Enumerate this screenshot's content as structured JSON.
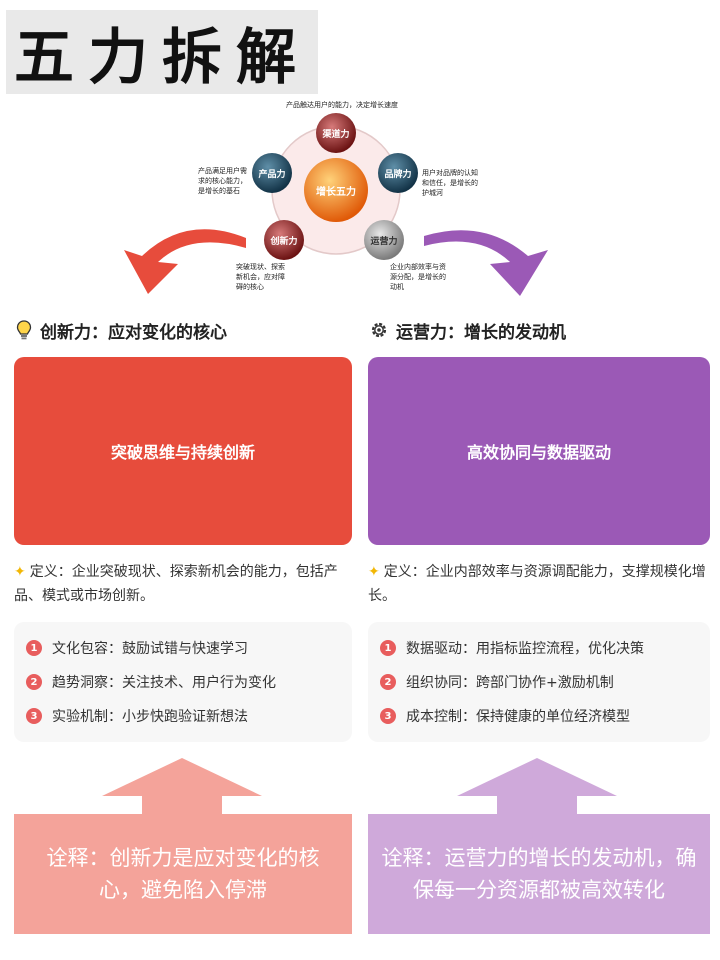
{
  "header": {
    "title": "五力拆解"
  },
  "diagram": {
    "center": "增长五力",
    "top_caption": "产品触达用户的能力，决定增长速度",
    "nodes": {
      "channel": "渠道力",
      "product": "产品力",
      "brand": "品牌力",
      "innovation": "创新力",
      "operation": "运营力"
    },
    "captions": {
      "product": "产品满足用户需求的核心能力，是增长的基石",
      "brand": "用户对品牌的认知和信任，是增长的护城河",
      "innovation": "突破现状、探索新机会，应对障碍的核心",
      "operation": "企业内部效率与资源分配，是增长的动机"
    }
  },
  "left": {
    "section_title": "创新力：应对变化的核心",
    "hero_title": "突破思维与持续创新",
    "definition": "定义：企业突破现状、探索新机会的能力，包括产品、模式或市场创新。",
    "points": [
      {
        "num": "1",
        "text": "文化包容：鼓励试错与快速学习"
      },
      {
        "num": "2",
        "text": "趋势洞察：关注技术、用户行为变化"
      },
      {
        "num": "3",
        "text": "实验机制：小步快跑验证新想法"
      }
    ],
    "note": "诠释：创新力是应对变化的核心，避免陷入停滞"
  },
  "right": {
    "section_title": "运营力：增长的发动机",
    "hero_title": "高效协同与数据驱动",
    "definition": "定义：企业内部效率与资源调配能力，支撑规模化增长。",
    "points": [
      {
        "num": "1",
        "text": "数据驱动：用指标监控流程，优化决策"
      },
      {
        "num": "2",
        "text": "组织协同：跨部门协作+激励机制"
      },
      {
        "num": "3",
        "text": "成本控制：保持健康的单位经济模型"
      }
    ],
    "note": "诠释：运营力的增长的发动机，确保每一分资源都被高效转化"
  },
  "colors": {
    "innovation_red": "#e74c3c",
    "operation_purple": "#9b59b6",
    "note_red": "#f4a39a",
    "note_purple": "#cfa9da"
  },
  "icons": {
    "left_title_icon": "lightbulb-icon",
    "right_title_icon": "gear-icon",
    "definition_icon": "sparkle-star-icon"
  }
}
